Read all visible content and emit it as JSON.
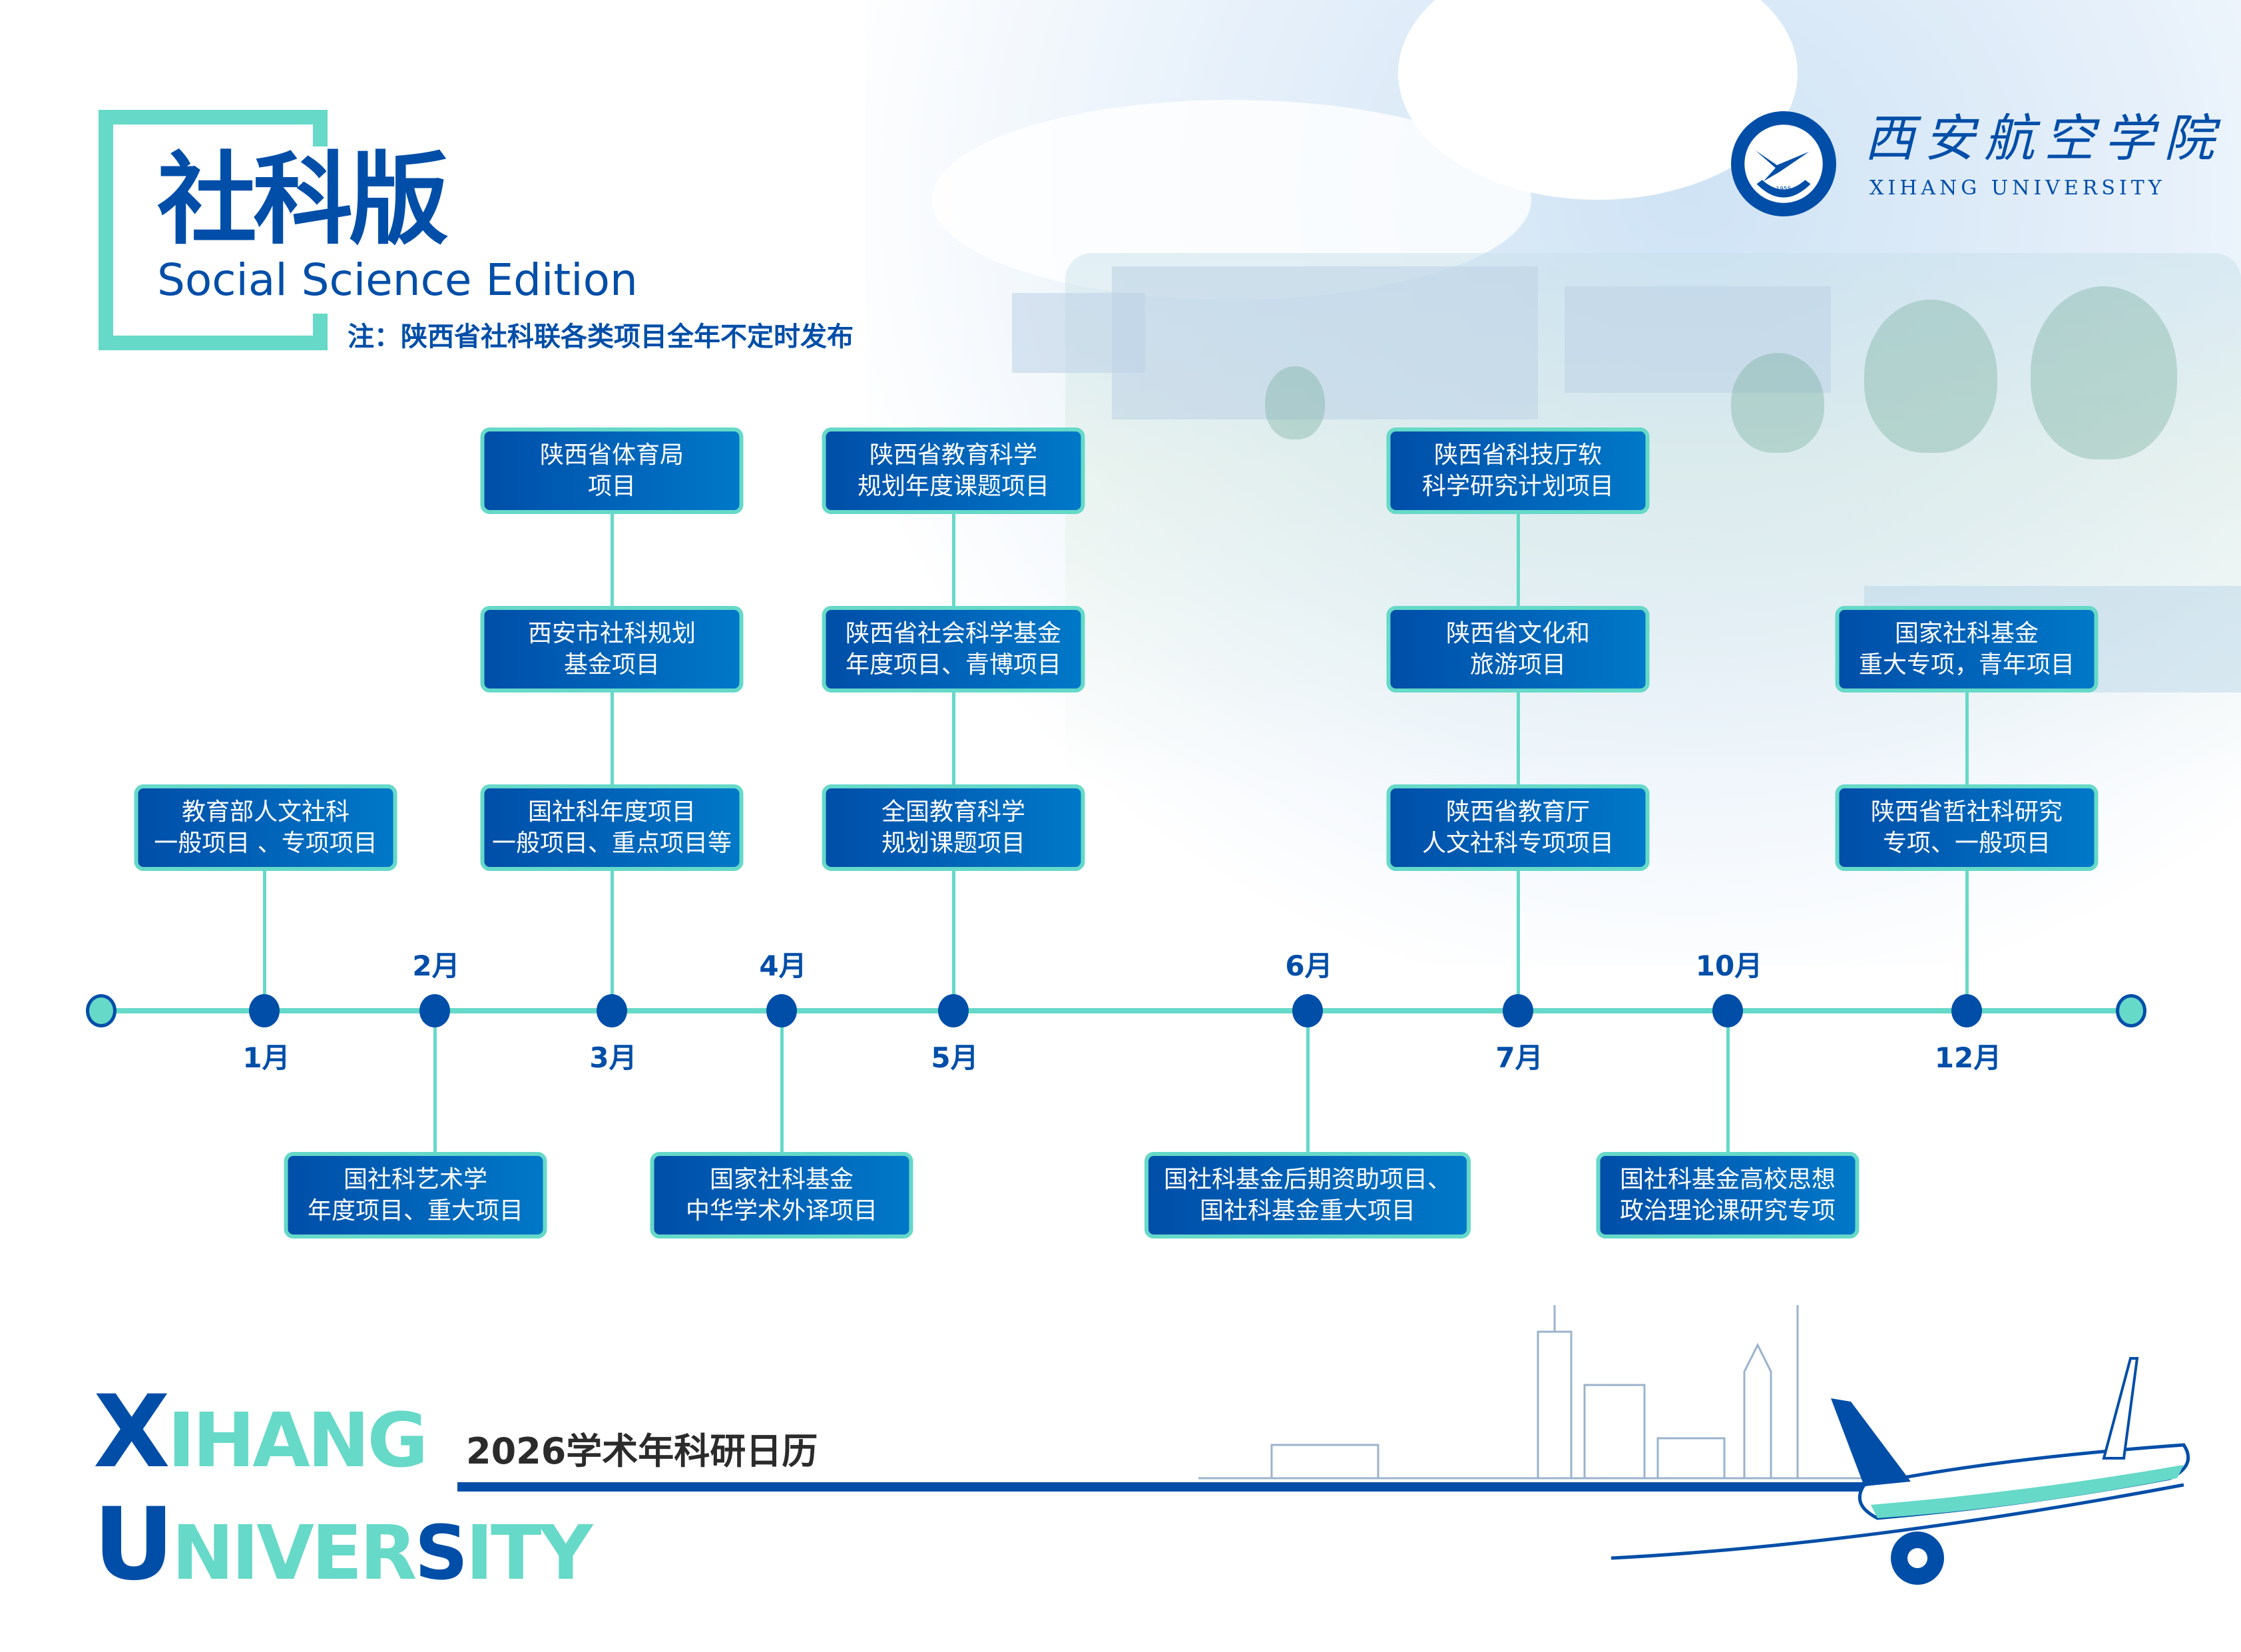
{
  "header": {
    "title_cn": "社科版",
    "title_en": "Social Science Edition",
    "note": "注：陕西省社科联各类项目全年不定时发布"
  },
  "logo": {
    "name_cn": "西安航空学院",
    "name_en": "XIHANG UNIVERSITY",
    "seal_year": "1955"
  },
  "timeline": {
    "months": [
      "1月",
      "2月",
      "3月",
      "4月",
      "5月",
      "6月",
      "7月",
      "10月",
      "12月"
    ],
    "projects": {
      "jan": [
        [
          "教育部人文社科",
          "一般项目 、专项项目"
        ]
      ],
      "feb": [
        [
          "国社科艺术学",
          "年度项目、重大项目"
        ]
      ],
      "mar": [
        [
          "陕西省体育局",
          "项目"
        ],
        [
          "西安市社科规划",
          "基金项目"
        ],
        [
          "国社科年度项目",
          "一般项目、重点项目等"
        ]
      ],
      "apr": [
        [
          "国家社科基金",
          "中华学术外译项目"
        ]
      ],
      "may": [
        [
          "陕西省教育科学",
          "规划年度课题项目"
        ],
        [
          "陕西省社会科学基金",
          "年度项目、青博项目"
        ],
        [
          "全国教育科学",
          "规划课题项目"
        ]
      ],
      "jun": [
        [
          "国社科基金后期资助项目、",
          "国社科基金重大项目"
        ]
      ],
      "jul": [
        [
          "陕西省科技厅软",
          "科学研究计划项目"
        ],
        [
          "陕西省文化和",
          "旅游项目"
        ],
        [
          "陕西省教育厅",
          "人文社科专项项目"
        ]
      ],
      "oct": [
        [
          "国社科基金高校思想",
          "政治理论课研究专项"
        ]
      ],
      "dec": [
        [
          "国家社科基金",
          "重大专项，青年项目"
        ],
        [
          "陕西省哲社科研究",
          "专项、一般项目"
        ]
      ]
    }
  },
  "footer": {
    "line1_first": "X",
    "line1_rest": "IHANG",
    "line2_first": "U",
    "line2_mid": "NIVER",
    "line2_s": "S",
    "line2_rest": "ITY",
    "subtitle": "2026学术年科研日历"
  },
  "colors": {
    "primary": "#004ea8",
    "accent": "#66d9c8"
  }
}
